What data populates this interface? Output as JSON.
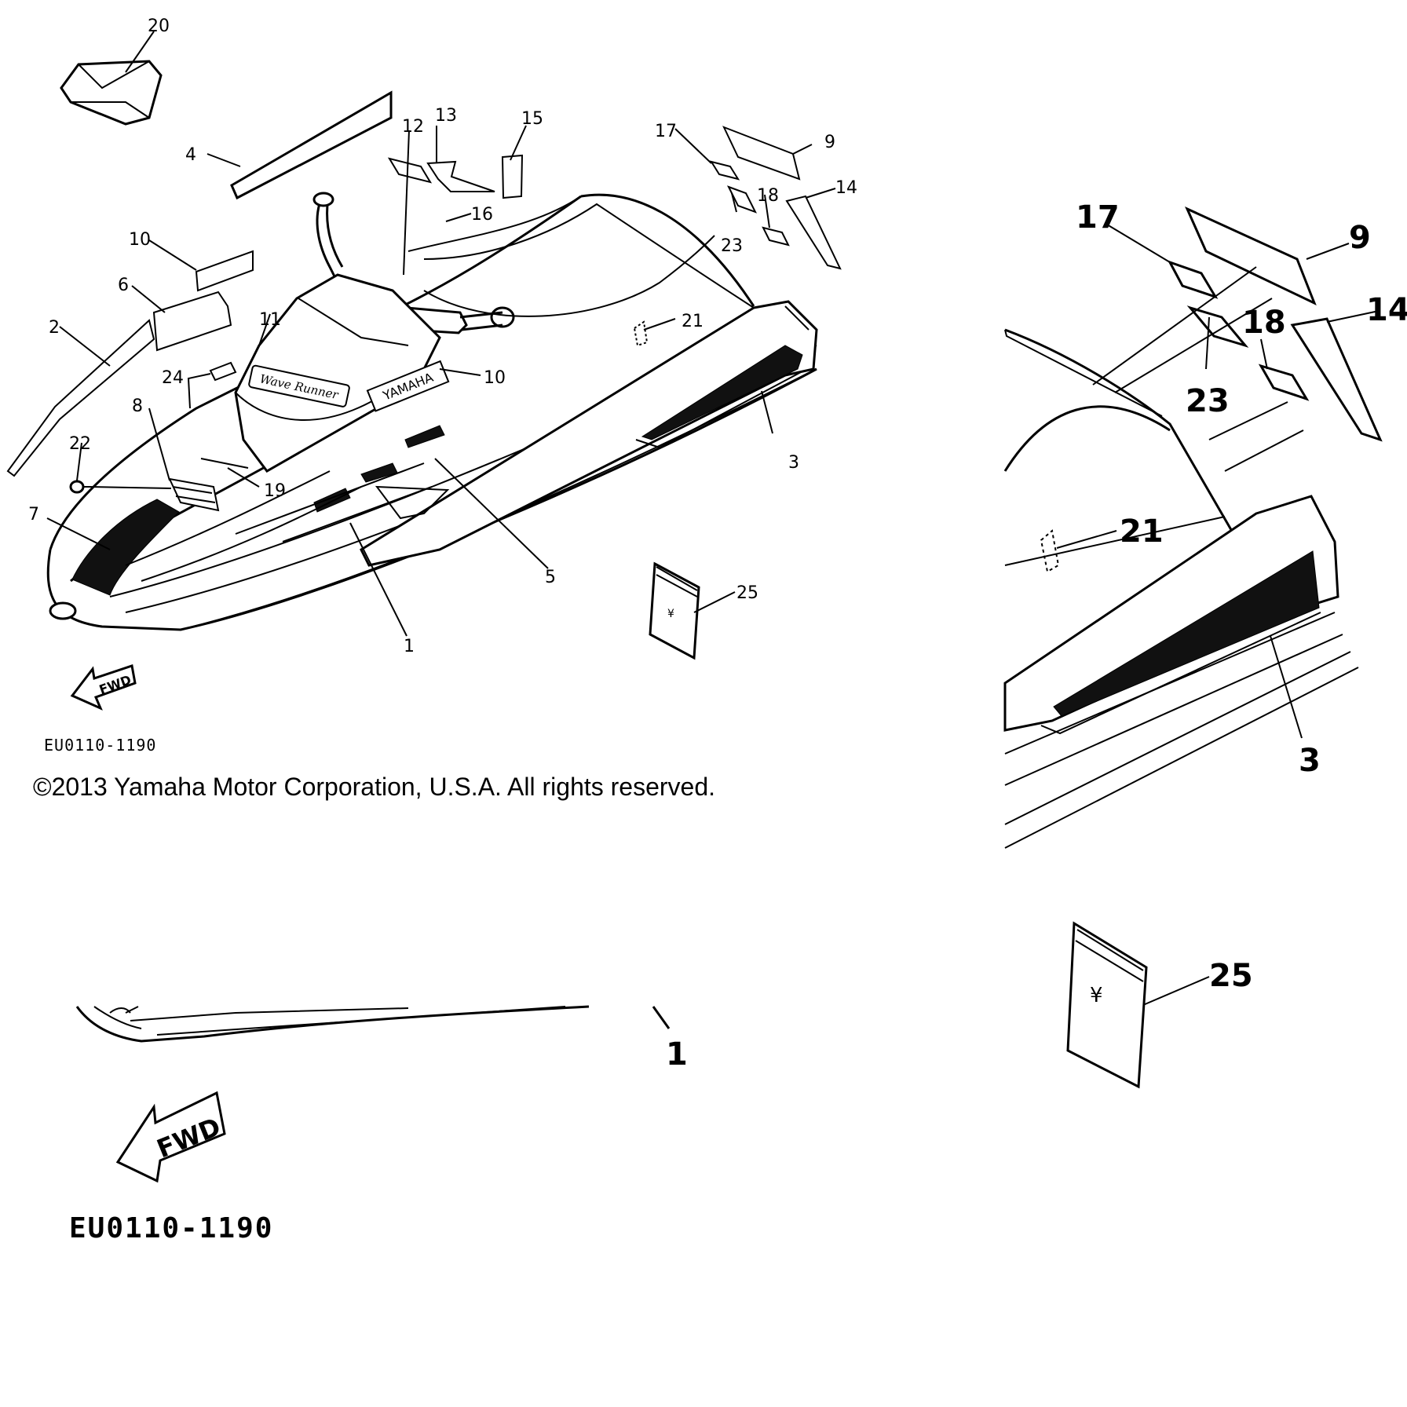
{
  "copyright": "©2013 Yamaha Motor Corporation, U.S.A. All rights reserved.",
  "diagram_code": "EU0110-1190",
  "arrow_label": "FWD",
  "brand_label": "YAMAHA",
  "model_label": "Wave Runner",
  "callouts_main": [
    "1",
    "2",
    "3",
    "4",
    "5",
    "6",
    "7",
    "8",
    "9",
    "10",
    "10",
    "11",
    "12",
    "13",
    "14",
    "15",
    "16",
    "17",
    "18",
    "19",
    "20",
    "21",
    "22",
    "23",
    "24",
    "25"
  ],
  "callouts_zoom": [
    "17",
    "9",
    "14",
    "18",
    "23",
    "21",
    "3",
    "25",
    "1"
  ]
}
